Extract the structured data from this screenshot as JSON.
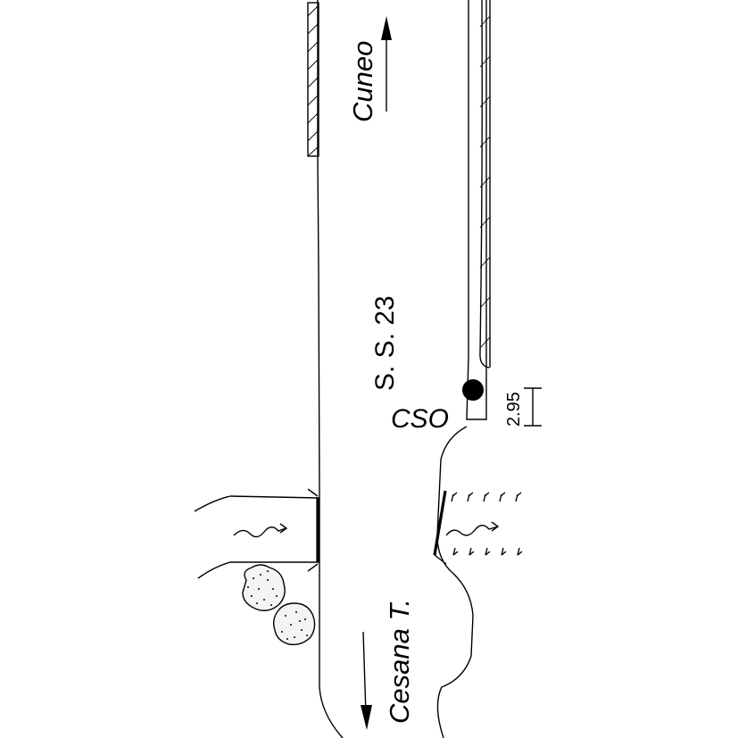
{
  "diagram": {
    "labels": {
      "north_destination": "Cuneo",
      "south_destination": "Cesana T.",
      "road": "S. S. 23",
      "station": "CSO",
      "dimension": "2.95"
    }
  }
}
